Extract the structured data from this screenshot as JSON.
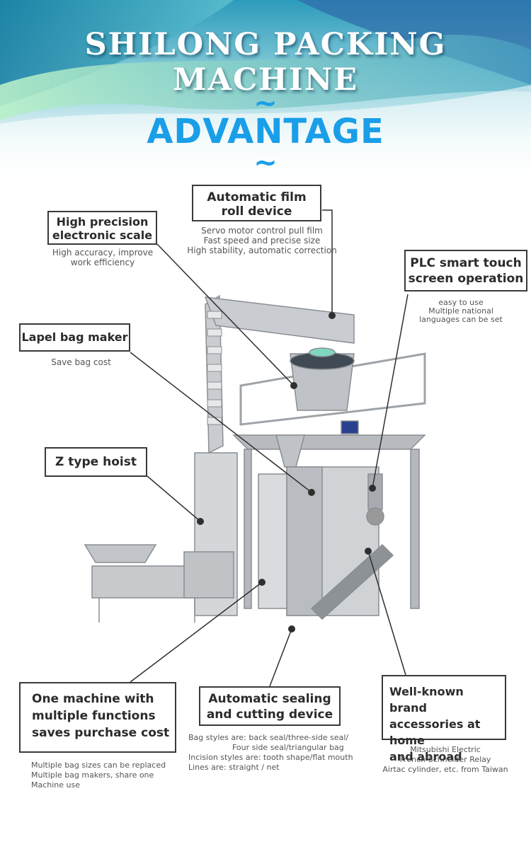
{
  "header": {
    "brand_title": "SHILONG PACKING MACHINE",
    "section_title": "ADVANTAGE",
    "tilde": "~"
  },
  "colors": {
    "accent": "#1a9ee8",
    "banner_dark": "#1d8fb0",
    "banner_light": "#bfe3ec",
    "label_border": "#3a3a3a"
  },
  "features": {
    "film_roll": {
      "title_lines": [
        "Automatic film",
        "roll device"
      ],
      "desc_lines": [
        "Servo motor control pull film",
        "Fast speed and precise size",
        "High stability, automatic correction"
      ]
    },
    "precision_scale": {
      "title_lines": [
        "High precision",
        "electronic scale"
      ],
      "desc_lines": [
        "High accuracy, improve",
        "work efficiency"
      ]
    },
    "plc_touch": {
      "title_lines": [
        "PLC smart touch",
        "screen operation"
      ],
      "desc_lines": [
        "easy to use",
        "Multiple national",
        "languages can be set"
      ]
    },
    "lapel_bag": {
      "title_lines": [
        "Lapel bag maker"
      ],
      "desc_lines": [
        "Save bag cost"
      ]
    },
    "z_hoist": {
      "title_lines": [
        "Z type hoist"
      ],
      "desc_lines": []
    },
    "multi_function": {
      "title_lines": [
        "One machine with",
        "multiple functions",
        "saves purchase cost"
      ],
      "desc_lines": [
        "Multiple bag sizes can be replaced",
        "Multiple bag makers, share one",
        "Machine use"
      ]
    },
    "sealing_cutting": {
      "title_lines": [
        "Automatic sealing",
        "and cutting device"
      ],
      "desc_lines": [
        "Bag styles are: back seal/three-side seal/",
        "Four side seal/triangular bag",
        "Incision styles are: tooth shape/flat mouth",
        "Lines are: straight / net"
      ]
    },
    "brand_accessories": {
      "title_lines": [
        "Well-known brand",
        "accessories at home",
        "and abroad"
      ],
      "desc_lines": [
        "Mitsubishi Electric",
        "French Schneider Relay",
        "Airtac cylinder, etc. from Taiwan"
      ]
    }
  }
}
